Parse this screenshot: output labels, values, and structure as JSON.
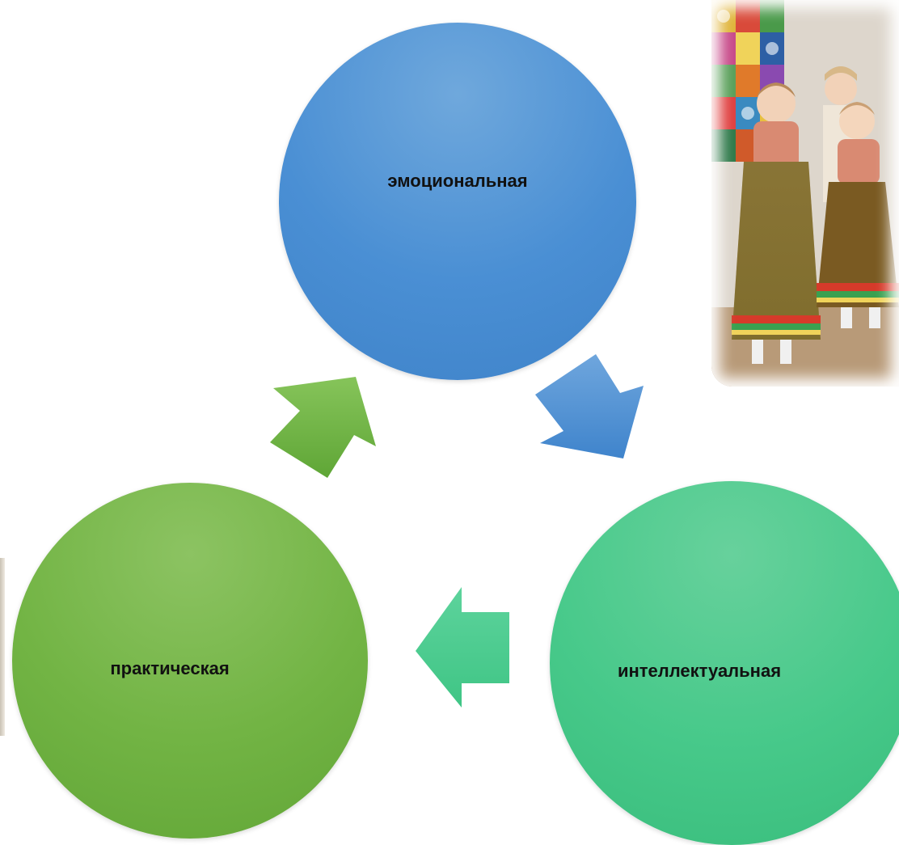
{
  "diagram": {
    "nodes": [
      {
        "id": "top",
        "label": "эмоциональная",
        "color": "#4a8fd4"
      },
      {
        "id": "right",
        "label": "интеллектуальная",
        "color": "#47c98a"
      },
      {
        "id": "left",
        "label": "практическая",
        "color": "#72b444"
      }
    ],
    "cycle_order": [
      "top",
      "right",
      "left"
    ],
    "arrow_colors": {
      "top_to_right": "#4a8fd4",
      "right_to_left": "#47c98a",
      "left_to_top": "#72b444"
    }
  },
  "photo": {
    "subject": "children-in-folk-costumes",
    "colors": [
      "#c8a07a",
      "#5a8a3a",
      "#d63a2a",
      "#f0d35a"
    ]
  }
}
